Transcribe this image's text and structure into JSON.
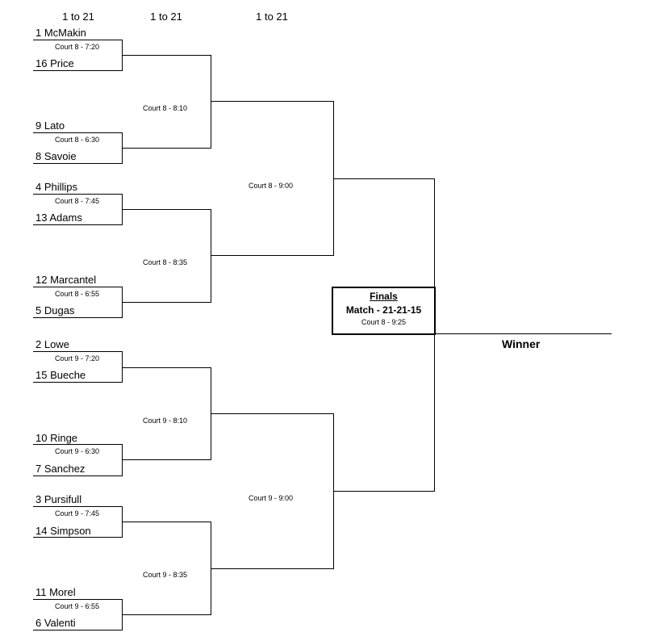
{
  "headers": [
    "1 to 21",
    "1 to 21",
    "1 to 21"
  ],
  "round1": [
    {
      "top": "1  McMakin",
      "court": "Court 8 - 7:20",
      "bottom": "16 Price"
    },
    {
      "top": "9 Lato",
      "court": "Court 8  - 6:30",
      "bottom": "8  Savoie"
    },
    {
      "top": "4  Phillips",
      "court": "Court 8 - 7:45",
      "bottom": "13 Adams"
    },
    {
      "top": "12 Marcantel",
      "court": "Court 8 - 6:55",
      "bottom": "5  Dugas"
    },
    {
      "top": "2   Lowe",
      "court": "Court 9 - 7:20",
      "bottom": "15  Bueche"
    },
    {
      "top": "10  Ringe",
      "court": "Court 9 - 6:30",
      "bottom": "7   Sanchez"
    },
    {
      "top": "3 Pursifull",
      "court": "Court 9 - 7:45",
      "bottom": "14 Simpson"
    },
    {
      "top": "11  Morel",
      "court": "Court 9 - 6:55",
      "bottom": "6  Valenti"
    }
  ],
  "round2_courts": [
    "Court 8 - 8:10",
    "Court 8 - 8:35",
    "Court 9 - 8:10",
    "Court 9 - 8:35"
  ],
  "round3_courts": [
    "Court 8 - 9:00",
    "Court 9 - 9:00"
  ],
  "finals": {
    "title": "Finals",
    "match": "Match - 21-21-15",
    "court": "Court 8 - 9:25"
  },
  "winner_label": "Winner"
}
